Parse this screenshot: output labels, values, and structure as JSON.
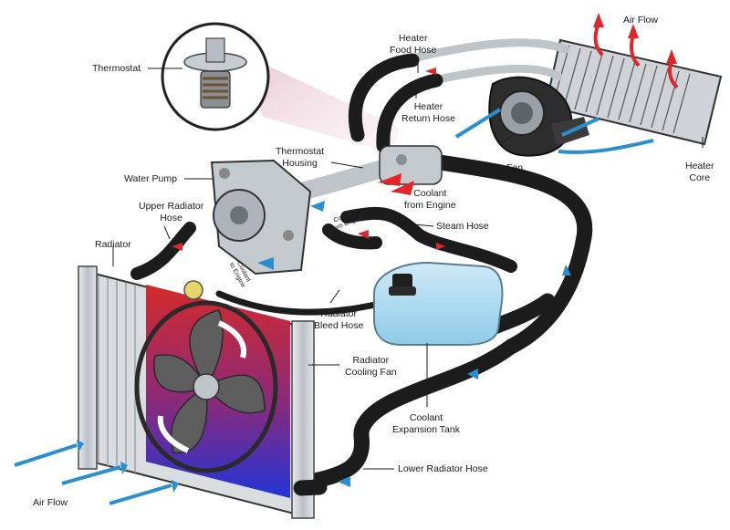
{
  "labels": {
    "air_flow_top": "Air Flow",
    "heater_food_hose": "Heater\nFood Hose",
    "thermostat": "Thermostat",
    "heater_return_hose": "Heater\nReturn Hose",
    "thermostat_housing": "Thermostat\nHousing",
    "fan": "Fan",
    "heater_core": "Heater\nCore",
    "water_pump": "Water Pump",
    "coolant_from_engine": "Coolant\nfrom Engine",
    "upper_radiator_hose": "Upper Radiator\nHose",
    "steam_hose": "Steam Hose",
    "radiator": "Radiator",
    "radiator_bleed_hose": "Radiator\nBleed Hose",
    "radiator_cooling_fan": "Radiator\nCooling Fan",
    "coolant_expansion_tank": "Coolant\nExpansion Tank",
    "lower_radiator_hose": "Lower Radiator Hose",
    "air_flow_bottom": "Air Flow",
    "small_coolant_from_engine": "Coolant\nfrom Engine",
    "small_coolant_to_engine": "Coolant\nto Engine"
  },
  "colors": {
    "hose": "#1c1c1c",
    "hot": "#e0262a",
    "cold": "#2b8fcf",
    "metal": "#c9ced3",
    "tank": "#a8d8ee"
  }
}
